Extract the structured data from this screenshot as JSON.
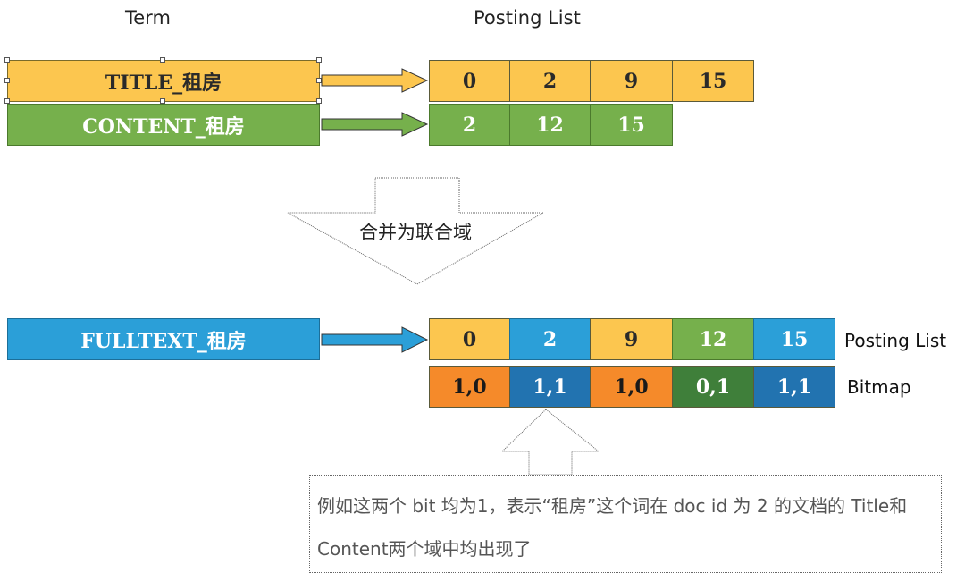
{
  "headers": {
    "term": "Term",
    "posting_list": "Posting List"
  },
  "rows": [
    {
      "term": "TITLE_租房",
      "postings": [
        "0",
        "2",
        "9",
        "15"
      ]
    },
    {
      "term": "CONTENT_租房",
      "postings": [
        "2",
        "12",
        "15"
      ]
    }
  ],
  "merge_label": "合并为联合域",
  "merged": {
    "term": "FULLTEXT_租房",
    "postings": [
      "0",
      "2",
      "9",
      "12",
      "15"
    ],
    "bitmap": [
      "1,0",
      "1,1",
      "1,0",
      "0,1",
      "1,1"
    ],
    "posting_label": "Posting List",
    "bitmap_label": "Bitmap"
  },
  "note": "例如这两个 bit 均为1，表示“租房”这个词在 doc id 为 2 的文档的 Title和Content两个域中均出现了"
}
